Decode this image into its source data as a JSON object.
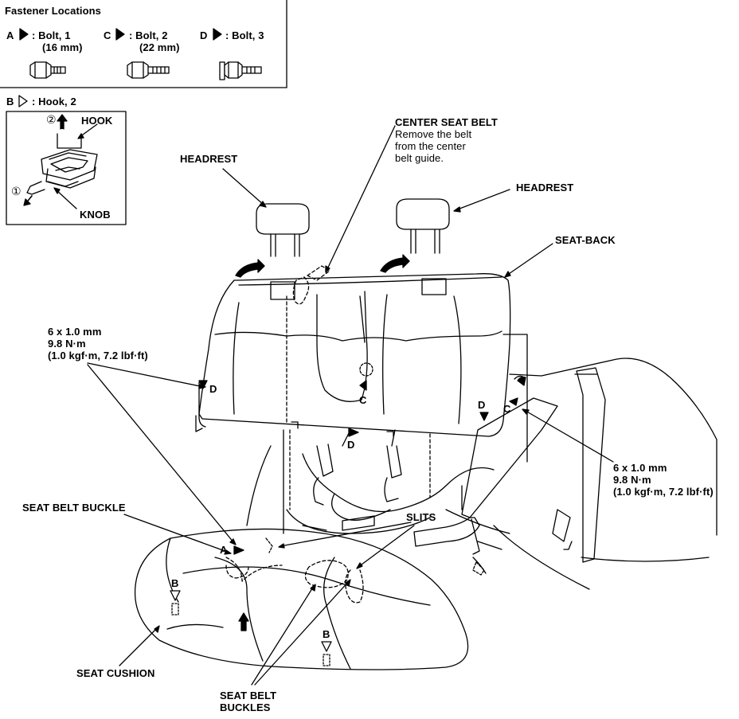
{
  "fastener_panel": {
    "title": "Fastener Locations",
    "bolt_a": {
      "letter": "A",
      "text": ": Bolt, 1",
      "size": "(16 mm)"
    },
    "bolt_c": {
      "letter": "C",
      "text": ": Bolt, 2",
      "size": "(22 mm)"
    },
    "bolt_d": {
      "letter": "D",
      "text": ": Bolt, 3"
    },
    "hook_b": {
      "letter": "B",
      "text": ": Hook, 2"
    }
  },
  "hook_inset": {
    "step2": "②",
    "step1": "①",
    "hook_label": "HOOK",
    "knob_label": "KNOB"
  },
  "callouts": {
    "center_belt_title": "CENTER SEAT BELT",
    "center_belt_line1": "Remove the belt",
    "center_belt_line2": "from the center",
    "center_belt_line3": "belt guide.",
    "headrest_left": "HEADREST",
    "headrest_right": "HEADREST",
    "seat_back": "SEAT-BACK",
    "torque_left_1": "6 x 1.0 mm",
    "torque_left_2": "9.8 N·m",
    "torque_left_3": "(1.0 kgf·m, 7.2 lbf·ft)",
    "torque_right_1": "6 x 1.0 mm",
    "torque_right_2": "9.8 N·m",
    "torque_right_3": "(1.0 kgf·m, 7.2 lbf·ft)",
    "seat_belt_buckle": "SEAT BELT BUCKLE",
    "slits": "SLITS",
    "seat_cushion": "SEAT CUSHION",
    "buckles_line1": "SEAT BELT",
    "buckles_line2": "BUCKLES"
  },
  "location_letters": {
    "d_left": "D",
    "c_center": "C",
    "d_right": "D",
    "c_right": "C",
    "d_bottom": "D",
    "a_cushion": "A",
    "b_left": "B",
    "b_right": "B"
  }
}
